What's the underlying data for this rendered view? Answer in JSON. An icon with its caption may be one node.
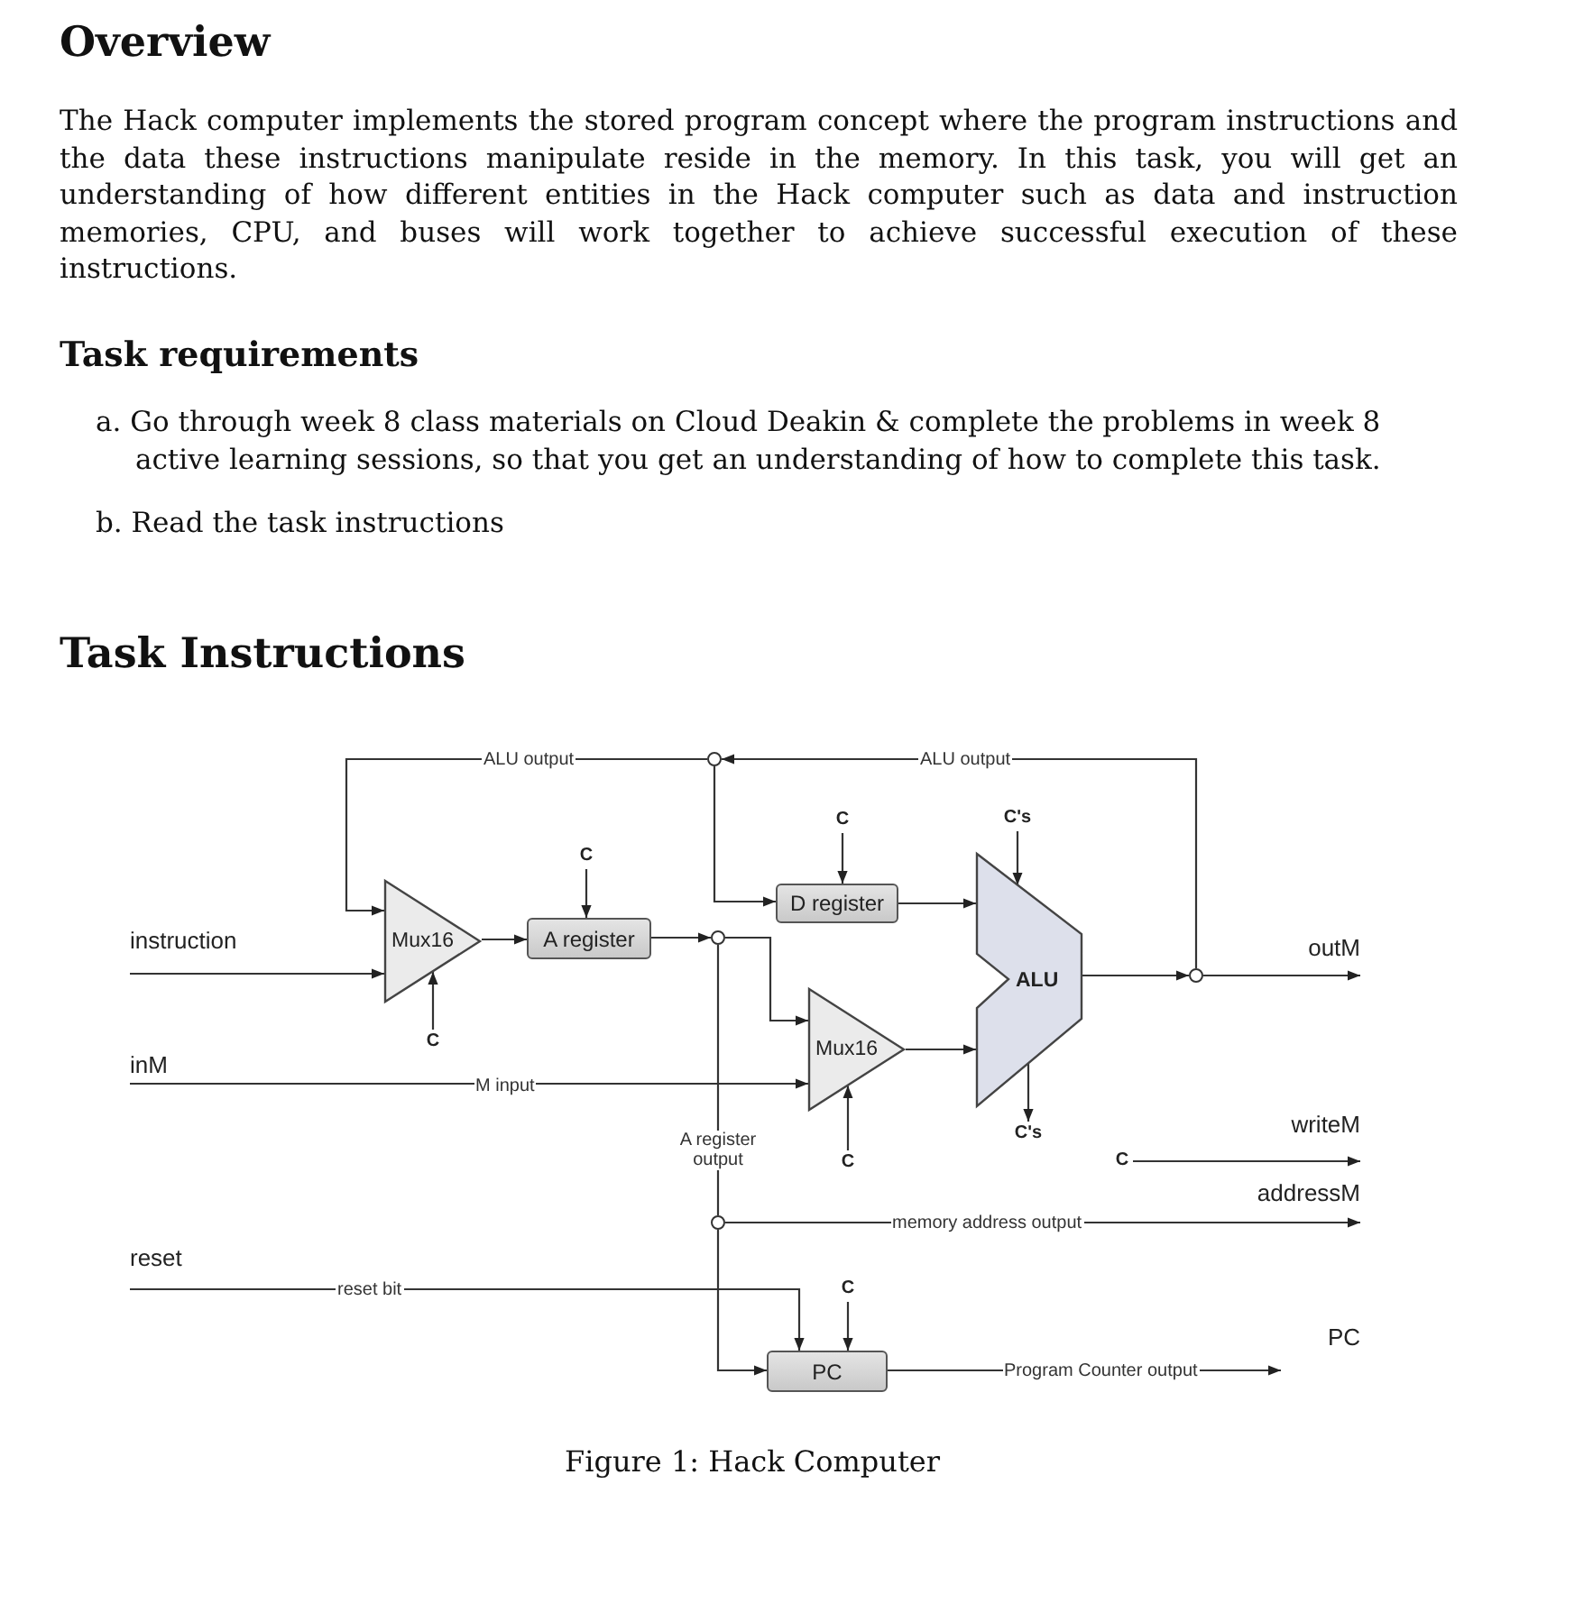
{
  "diagram": {
    "title": "Overview",
    "caption": "Figure 1: Hack Computer",
    "nodes": [
      {
        "text": [],
        "shape": "circle"
      },
      {
        "text": [
          "C"
        ]
      },
      {
        "text": [
          "C's"
        ]
      },
      {
        "text": [
          "C"
        ]
      },
      {
        "text": [
          "D register"
        ]
      },
      {
        "text": [
          "instruction"
        ]
      },
      {
        "text": [
          "Mux16"
        ]
      },
      {
        "text": [
          "A register"
        ]
      },
      {
        "text": [],
        "shape": "circle"
      },
      {
        "text": [
          "ALU"
        ]
      },
      {
        "text": [],
        "shape": "circle"
      },
      {
        "text": [
          "outM"
        ]
      },
      {
        "text": [
          "C"
        ]
      },
      {
        "text": [
          "Mux16"
        ]
      },
      {
        "text": [
          "inM"
        ]
      },
      {
        "text": [
          "C's"
        ]
      },
      {
        "text": [
          "writeM"
        ]
      },
      {
        "text": [
          "C"
        ]
      },
      {
        "text": [
          "C"
        ]
      },
      {
        "text": [
          "addressM"
        ]
      },
      {
        "text": [],
        "shape": "circle"
      },
      {
        "text": [
          "reset"
        ]
      },
      {
        "text": [
          "C"
        ]
      },
      {
        "text": [
          "PC"
        ]
      },
      {
        "text": [
          "PC"
        ]
      }
    ],
    "edges": [
      {
        "from": 10,
        "to": 0,
        "arrow": "to",
        "label": "ALU output"
      },
      {
        "from": 0,
        "to": 6,
        "arrow": "to",
        "label": "ALU output"
      },
      {
        "from": 0,
        "to": 4,
        "arrow": "to"
      },
      {
        "from": 5,
        "to": 6,
        "arrow": "to"
      },
      {
        "from": 12,
        "to": 6,
        "arrow": "to"
      },
      {
        "from": 6,
        "to": 7,
        "arrow": "to"
      },
      {
        "from": 3,
        "to": 7,
        "arrow": "to"
      },
      {
        "from": 7,
        "to": 8,
        "arrow": "to"
      },
      {
        "from": 8,
        "to": 13,
        "arrow": "to"
      },
      {
        "from": 8,
        "to": 20,
        "arrow": "none",
        "label": "A register output"
      },
      {
        "from": 14,
        "to": 13,
        "arrow": "to",
        "label": "M input"
      },
      {
        "from": 18,
        "to": 13,
        "arrow": "to"
      },
      {
        "from": 1,
        "to": 4,
        "arrow": "to"
      },
      {
        "from": 4,
        "to": 9,
        "arrow": "to"
      },
      {
        "from": 13,
        "to": 9,
        "arrow": "to"
      },
      {
        "from": 2,
        "to": 9,
        "arrow": "to"
      },
      {
        "from": 9,
        "to": 15,
        "arrow": "to"
      },
      {
        "from": 9,
        "to": 10,
        "arrow": "to"
      },
      {
        "from": 10,
        "to": 11,
        "arrow": "to"
      },
      {
        "from": 17,
        "to": 16,
        "arrow": "to"
      },
      {
        "from": 20,
        "to": 19,
        "arrow": "to",
        "label": "memory address output"
      },
      {
        "from": 20,
        "to": 23,
        "arrow": "to"
      },
      {
        "from": 21,
        "to": 23,
        "arrow": "to",
        "label": "reset bit"
      },
      {
        "from": 22,
        "to": 23,
        "arrow": "to"
      },
      {
        "from": 23,
        "to": 24,
        "arrow": "to",
        "label": "Program Counter output"
      }
    ],
    "labels": [
      "The Hack computer implements the stored program concept where the program instructions and the data these instructions manipulate reside in the memory. In this task, you will get an understanding of how different entities in the Hack computer such as data and instruction memories, CPU, and buses will work together to achieve successful execution of these instructions.",
      "Task requirements",
      "a. Go through week 8 class materials on Cloud Deakin & complete the problems in week 8 active learning sessions, so that you get an understanding of how to complete this task.",
      "b. Read the task instructions",
      "Task Instructions"
    ]
  }
}
